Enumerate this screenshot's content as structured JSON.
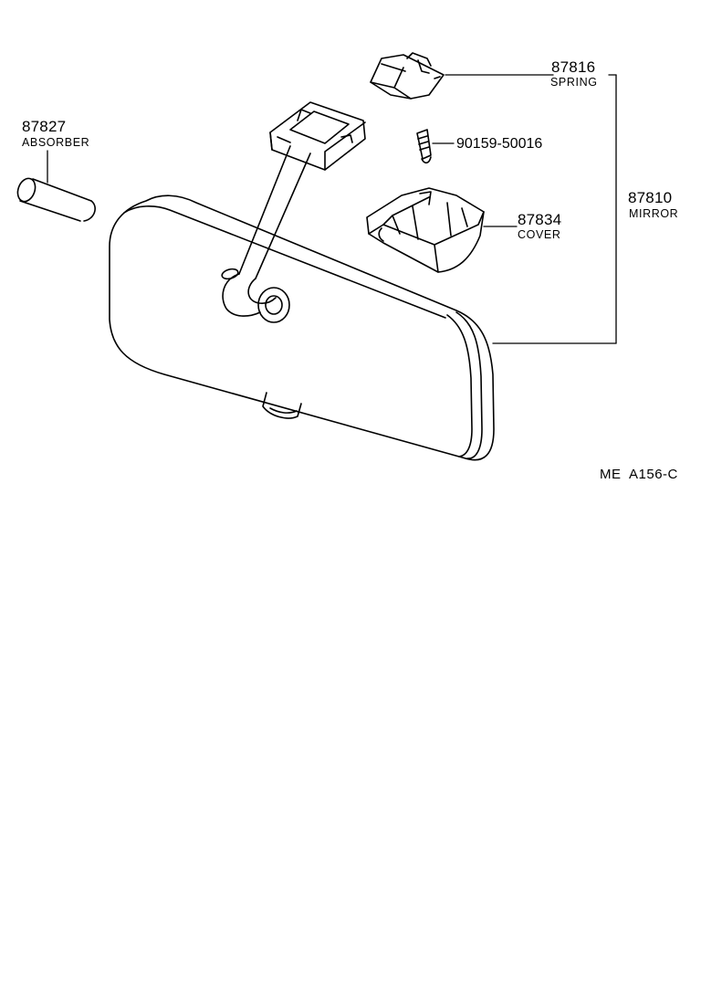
{
  "parts": [
    {
      "id": "spring",
      "number": "87816",
      "name": "SPRING"
    },
    {
      "id": "absorber",
      "number": "87827",
      "name": "ABSORBER"
    },
    {
      "id": "bolt",
      "number": "90159-50016",
      "name": ""
    },
    {
      "id": "mirror",
      "number": "87810",
      "name": "MIRROR"
    },
    {
      "id": "cover",
      "number": "87834",
      "name": "COVER"
    }
  ],
  "figure_code": "ME  A156-C",
  "colors": {
    "line": "#000000",
    "background": "#ffffff"
  }
}
